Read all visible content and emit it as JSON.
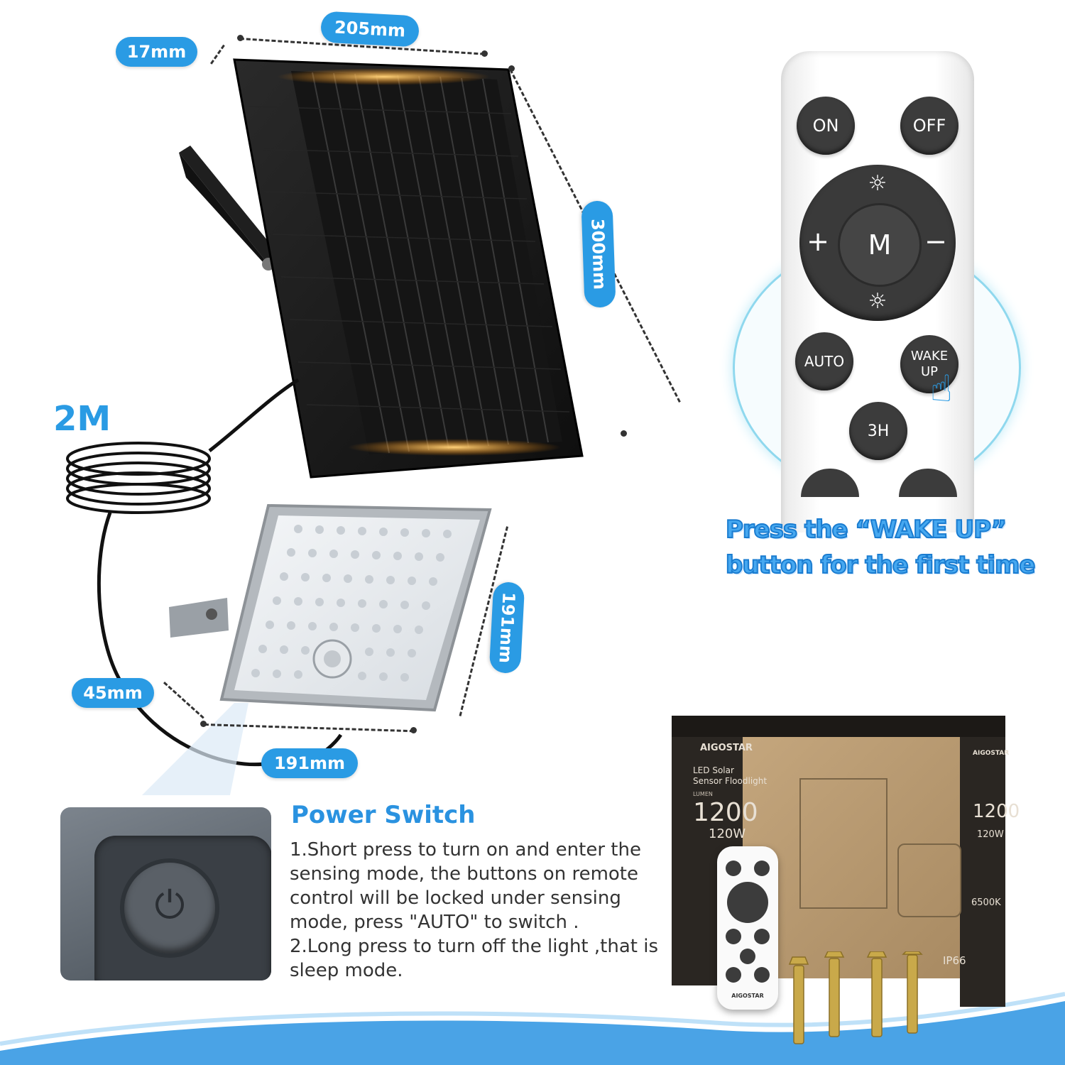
{
  "dimensions": {
    "panel_width": "205mm",
    "panel_thickness": "17mm",
    "panel_height": "300mm",
    "cable_length": "2M",
    "lamp_height": "191mm",
    "lamp_depth": "45mm",
    "lamp_width": "191mm"
  },
  "remote": {
    "buttons": {
      "on": "ON",
      "off": "OFF",
      "plus": "+",
      "mode": "M",
      "minus": "−",
      "auto": "AUTO",
      "wake_up": "WAKE UP",
      "three_h": "3H"
    },
    "instruction_line1": "Press the “WAKE UP”",
    "instruction_line2": "button for the first time"
  },
  "power_switch": {
    "title": "Power Switch",
    "paragraphs": [
      "1.Short press to turn on and enter the sensing mode, the buttons on remote control will be locked under  sensing mode, press \"AUTO\"  to switch .",
      "2.Long press to  turn off the light ,that is sleep mode."
    ]
  },
  "package": {
    "brand": "AIGOSTAR",
    "product_name_line1": "LED Solar",
    "product_name_line2": "Sensor Floodlight",
    "lumen_label": "LUMEN",
    "lumen_value": "1200",
    "wattage": "120W",
    "color_temp": "6500K",
    "ip_rating": "IP66",
    "mini_remote_brand": "AIGOSTAR"
  },
  "colors": {
    "accent_blue": "#2a9be4",
    "headline_blue": "#46a8f0",
    "panel_black": "#1a1a1a",
    "cardboard": "#b89a72"
  }
}
